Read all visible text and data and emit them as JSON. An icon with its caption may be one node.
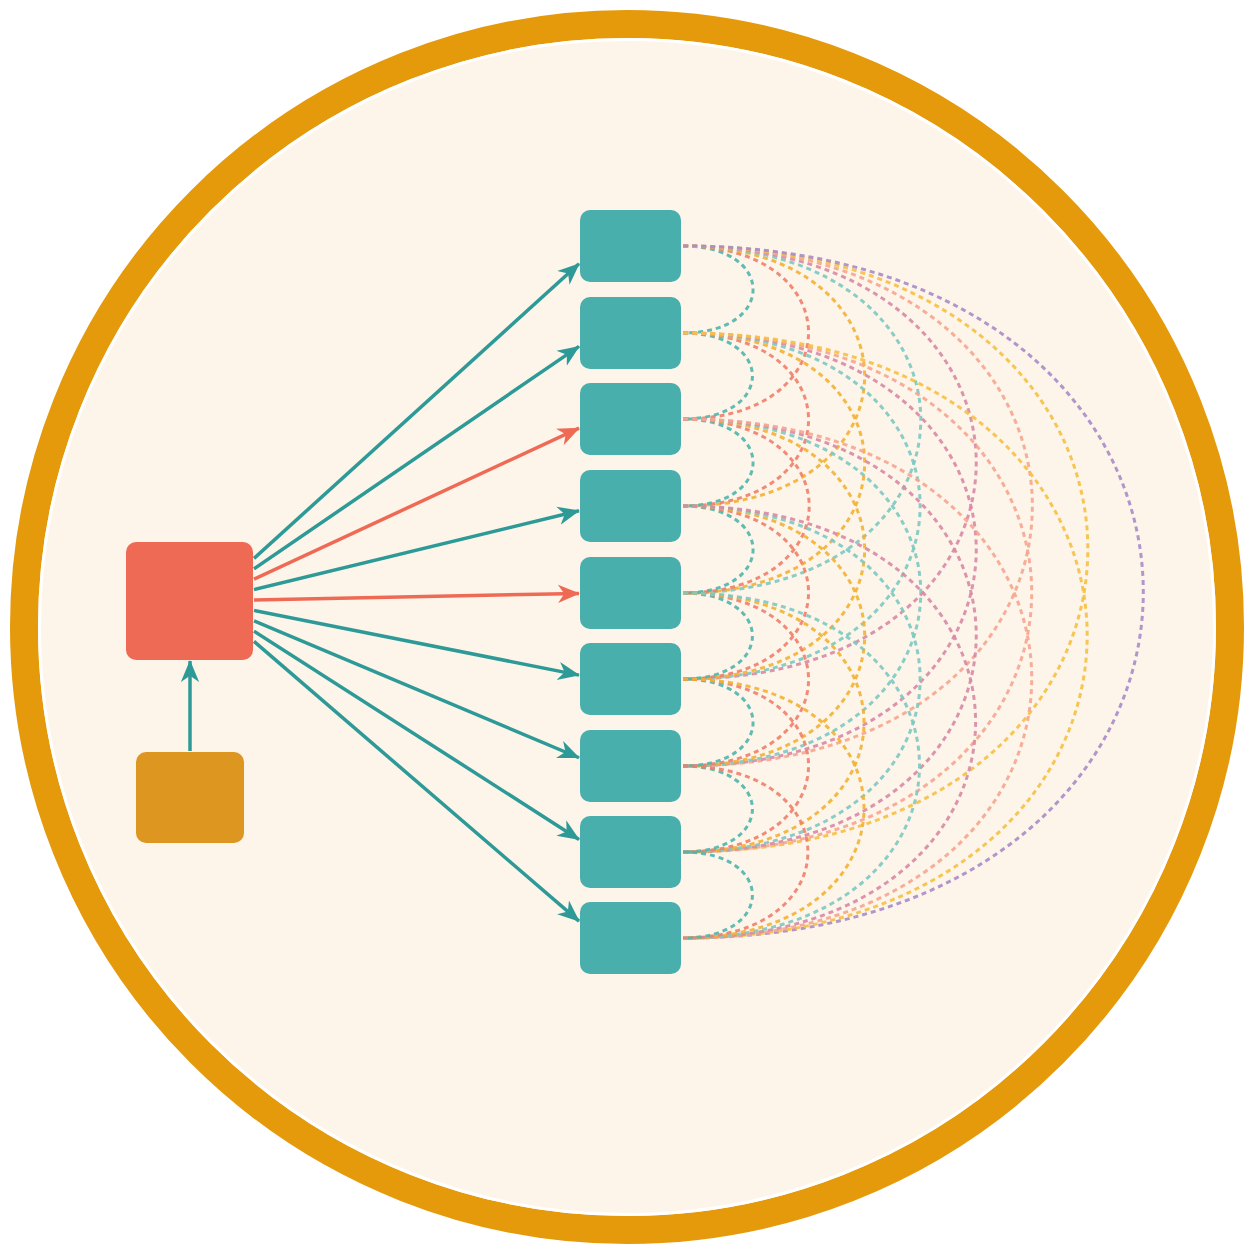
{
  "diagram": {
    "nodes": [
      {
        "text": [],
        "shape": "circle"
      },
      {
        "text": [],
        "shape": "box",
        "in": 0
      },
      {
        "text": [],
        "shape": "box",
        "in": 0
      },
      {
        "text": [],
        "shape": "box",
        "in": 0
      },
      {
        "text": [],
        "shape": "box",
        "in": 0
      },
      {
        "text": [],
        "shape": "box",
        "in": 0
      },
      {
        "text": [],
        "shape": "box",
        "in": 0
      },
      {
        "text": [],
        "shape": "box",
        "in": 0
      },
      {
        "text": [],
        "shape": "box",
        "in": 0
      },
      {
        "text": [],
        "shape": "box",
        "in": 0
      },
      {
        "text": [],
        "shape": "box",
        "in": 0
      },
      {
        "text": [],
        "shape": "box",
        "in": 0
      }
    ],
    "edges": [
      {
        "from": 2,
        "to": 1,
        "arrow": "to"
      },
      {
        "from": 1,
        "to": 3,
        "arrow": "to"
      },
      {
        "from": 1,
        "to": 4,
        "arrow": "to"
      },
      {
        "from": 1,
        "to": 5,
        "arrow": "to",
        "color": "#ef6a55"
      },
      {
        "from": 1,
        "to": 6,
        "arrow": "to"
      },
      {
        "from": 1,
        "to": 7,
        "arrow": "to",
        "color": "#ef6a55"
      },
      {
        "from": 1,
        "to": 8,
        "arrow": "to"
      },
      {
        "from": 1,
        "to": 9,
        "arrow": "to"
      },
      {
        "from": 1,
        "to": 10,
        "arrow": "to"
      },
      {
        "from": 1,
        "to": 11,
        "arrow": "to"
      },
      {
        "from": 3,
        "to": 4,
        "arrow": "none",
        "style": "dashed",
        "color": "#4fb5ad"
      },
      {
        "from": 3,
        "to": 5,
        "arrow": "none",
        "style": "dashed",
        "color": "#f07f6c"
      },
      {
        "from": 3,
        "to": 6,
        "arrow": "none",
        "style": "dashed",
        "color": "#f2b134"
      },
      {
        "from": 3,
        "to": 7,
        "arrow": "none",
        "style": "dashed",
        "color": "#7cc9c2"
      },
      {
        "from": 3,
        "to": 8,
        "arrow": "none",
        "style": "dashed",
        "color": "#d88aa6"
      },
      {
        "from": 3,
        "to": 9,
        "arrow": "none",
        "style": "dashed",
        "color": "#f6a58f"
      },
      {
        "from": 3,
        "to": 10,
        "arrow": "none",
        "style": "dashed",
        "color": "#f5c042"
      },
      {
        "from": 3,
        "to": 11,
        "arrow": "none",
        "style": "dashed",
        "color": "#a88bc8"
      },
      {
        "from": 4,
        "to": 5,
        "arrow": "none",
        "style": "dashed",
        "color": "#4fb5ad"
      },
      {
        "from": 4,
        "to": 6,
        "arrow": "none",
        "style": "dashed",
        "color": "#f07f6c"
      },
      {
        "from": 4,
        "to": 7,
        "arrow": "none",
        "style": "dashed",
        "color": "#f2b134"
      },
      {
        "from": 4,
        "to": 8,
        "arrow": "none",
        "style": "dashed",
        "color": "#7cc9c2"
      },
      {
        "from": 4,
        "to": 9,
        "arrow": "none",
        "style": "dashed",
        "color": "#d88aa6"
      },
      {
        "from": 4,
        "to": 10,
        "arrow": "none",
        "style": "dashed",
        "color": "#f6a58f"
      },
      {
        "from": 4,
        "to": 11,
        "arrow": "none",
        "style": "dashed",
        "color": "#f5c042"
      },
      {
        "from": 5,
        "to": 6,
        "arrow": "none",
        "style": "dashed",
        "color": "#4fb5ad"
      },
      {
        "from": 5,
        "to": 7,
        "arrow": "none",
        "style": "dashed",
        "color": "#f07f6c"
      },
      {
        "from": 5,
        "to": 8,
        "arrow": "none",
        "style": "dashed",
        "color": "#f2b134"
      },
      {
        "from": 5,
        "to": 9,
        "arrow": "none",
        "style": "dashed",
        "color": "#7cc9c2"
      },
      {
        "from": 5,
        "to": 10,
        "arrow": "none",
        "style": "dashed",
        "color": "#d88aa6"
      },
      {
        "from": 5,
        "to": 11,
        "arrow": "none",
        "style": "dashed",
        "color": "#f6a58f"
      },
      {
        "from": 6,
        "to": 7,
        "arrow": "none",
        "style": "dashed",
        "color": "#4fb5ad"
      },
      {
        "from": 6,
        "to": 8,
        "arrow": "none",
        "style": "dashed",
        "color": "#f07f6c"
      },
      {
        "from": 6,
        "to": 9,
        "arrow": "none",
        "style": "dashed",
        "color": "#f2b134"
      },
      {
        "from": 6,
        "to": 10,
        "arrow": "none",
        "style": "dashed",
        "color": "#7cc9c2"
      },
      {
        "from": 6,
        "to": 11,
        "arrow": "none",
        "style": "dashed",
        "color": "#d88aa6"
      },
      {
        "from": 7,
        "to": 8,
        "arrow": "none",
        "style": "dashed",
        "color": "#4fb5ad"
      },
      {
        "from": 7,
        "to": 9,
        "arrow": "none",
        "style": "dashed",
        "color": "#f07f6c"
      },
      {
        "from": 7,
        "to": 10,
        "arrow": "none",
        "style": "dashed",
        "color": "#f2b134"
      },
      {
        "from": 7,
        "to": 11,
        "arrow": "none",
        "style": "dashed",
        "color": "#7cc9c2"
      },
      {
        "from": 8,
        "to": 9,
        "arrow": "none",
        "style": "dashed",
        "color": "#4fb5ad"
      },
      {
        "from": 8,
        "to": 10,
        "arrow": "none",
        "style": "dashed",
        "color": "#f07f6c"
      },
      {
        "from": 8,
        "to": 11,
        "arrow": "none",
        "style": "dashed",
        "color": "#f2b134"
      },
      {
        "from": 9,
        "to": 10,
        "arrow": "none",
        "style": "dashed",
        "color": "#4fb5ad"
      },
      {
        "from": 9,
        "to": 11,
        "arrow": "none",
        "style": "dashed",
        "color": "#f07f6c"
      },
      {
        "from": 10,
        "to": 11,
        "arrow": "none",
        "style": "dashed",
        "color": "#4fb5ad"
      }
    ]
  }
}
